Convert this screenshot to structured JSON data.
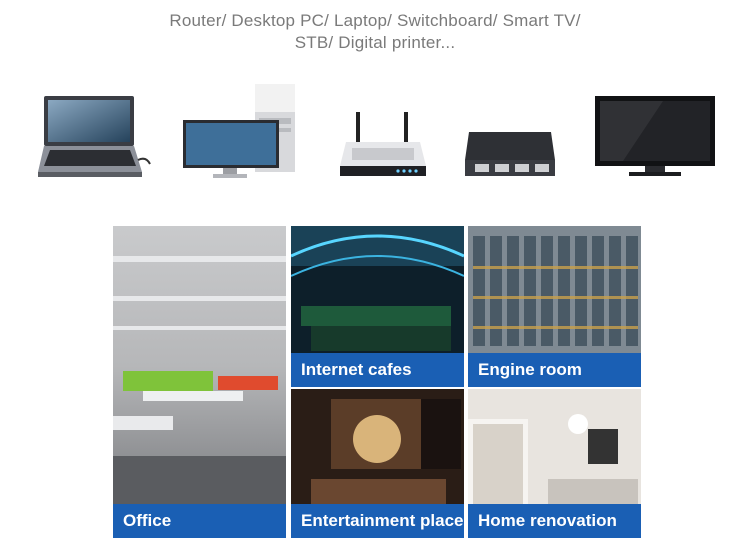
{
  "header": {
    "line1": "Router/ Desktop PC/ Laptop/ Switchboard/ Smart TV/",
    "line2": "STB/ Digital printer..."
  },
  "devices": [
    {
      "name": "laptop-icon"
    },
    {
      "name": "desktop-pc-icon"
    },
    {
      "name": "router-icon"
    },
    {
      "name": "switchboard-icon"
    },
    {
      "name": "smart-tv-icon"
    }
  ],
  "tiles": {
    "office": "Office",
    "internet_cafes": "Internet cafes",
    "engine_room": "Engine room",
    "entertainment_place": "Entertainment place",
    "home_renovation": "Home renovation"
  },
  "colors": {
    "caption_bg": "#1a5fb4",
    "caption_text": "#ffffff",
    "header_text": "#7a7a7a"
  }
}
